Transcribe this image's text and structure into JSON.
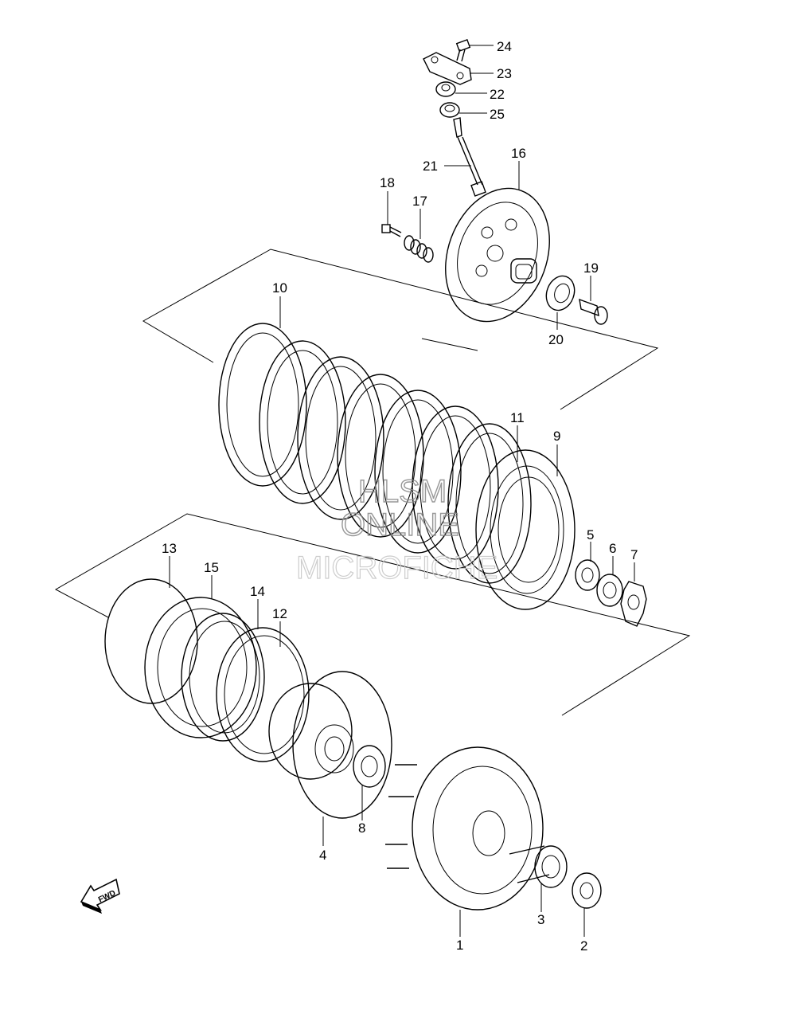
{
  "parts": {
    "p1": "1",
    "p2": "2",
    "p3": "3",
    "p4": "4",
    "p5": "5",
    "p6": "6",
    "p7": "7",
    "p8": "8",
    "p9": "9",
    "p10": "10",
    "p11": "11",
    "p12": "12",
    "p13": "13",
    "p14": "14",
    "p15": "15",
    "p16": "16",
    "p17": "17",
    "p18": "18",
    "p19": "19",
    "p20": "20",
    "p21": "21",
    "p22": "22",
    "p23": "23",
    "p24": "24",
    "p25": "25"
  },
  "fwd_arrow": {
    "label": "FWD",
    "icon": "fwd-arrow-icon"
  },
  "watermark": {
    "line1": "HLSM",
    "line2": "ONLINE",
    "line3": "MICROFICHE"
  }
}
